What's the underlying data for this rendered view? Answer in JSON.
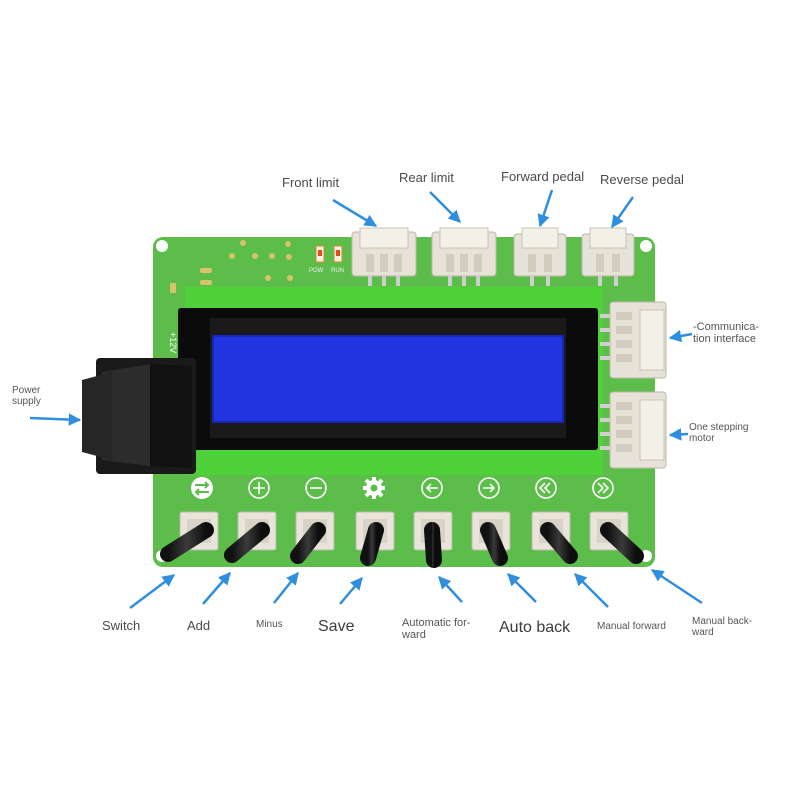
{
  "labels": {
    "front_limit": "Front limit",
    "rear_limit": "Rear limit",
    "forward_pedal": "Forward pedal",
    "reverse_pedal": "Reverse pedal",
    "communication_interface": [
      "-Communica-",
      "tion interface"
    ],
    "one_stepping_motor": [
      "One stepping",
      "motor"
    ],
    "power_supply": [
      "Power",
      "supply"
    ],
    "switch": "Switch",
    "add": "Add",
    "minus": "Minus",
    "save": "Save",
    "automatic_forward": [
      "Automatic for-",
      "ward"
    ],
    "auto_back": "Auto back",
    "manual_forward": "Manual forward",
    "manual_backward": [
      "Manual back-",
      "ward"
    ]
  },
  "silkscreen": {
    "voltage": "+12V",
    "pow": "POW",
    "run": "RUN"
  },
  "button_icons": [
    "swap-icon",
    "plus-icon",
    "minus-icon",
    "gear-icon",
    "arrow-left-icon",
    "arrow-right-icon",
    "rewind-icon",
    "fast-forward-icon"
  ],
  "colors": {
    "pcb": "#5cbd4a",
    "lcd_screen": "#2233e0",
    "lcd_frame": "#0b0b0b",
    "arrows": "#2f8fde",
    "connector": "#e6e2d8"
  }
}
